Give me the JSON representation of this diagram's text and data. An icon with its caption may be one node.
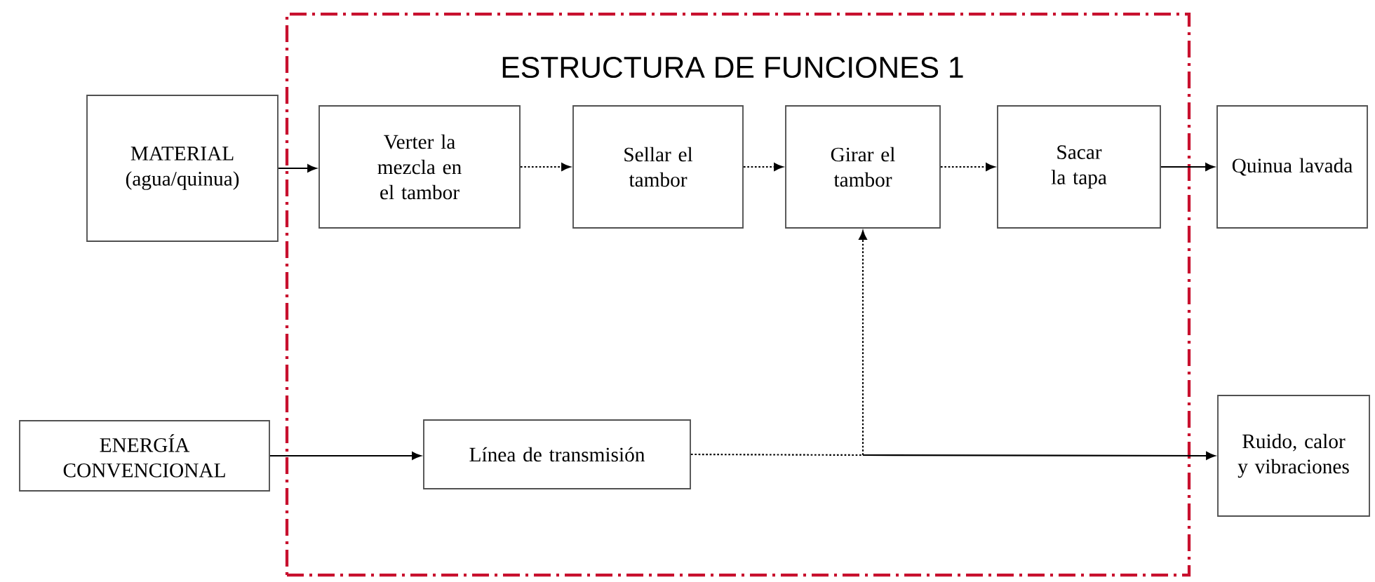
{
  "diagram": {
    "nodes": [
      {
        "text": [
          "ESTRUCTURA DE FUNCIONES 1"
        ]
      },
      {
        "text": [
          "MATERIAL (agua/quinua)"
        ]
      },
      {
        "text": [
          "Verter la mezcla en el tambor"
        ],
        "in": 0
      },
      {
        "text": [
          "Sellar el tambor"
        ],
        "in": 0
      },
      {
        "text": [
          "Girar el tambor"
        ],
        "in": 0
      },
      {
        "text": [
          "Sacar la tapa"
        ],
        "in": 0
      },
      {
        "text": [
          "Quinua lavada"
        ]
      },
      {
        "text": [
          "ENERGÍA CONVENCIONAL"
        ]
      },
      {
        "text": [
          "Línea de transmisión"
        ],
        "in": 0
      },
      {
        "text": [
          "Ruido, calor y vibraciones"
        ]
      }
    ],
    "edges": [
      {
        "from": 1,
        "to": 2,
        "arrow": "to"
      },
      {
        "from": 2,
        "to": 3,
        "arrow": "to",
        "style": "dashed"
      },
      {
        "from": 3,
        "to": 4,
        "arrow": "to",
        "style": "dashed"
      },
      {
        "from": 4,
        "to": 5,
        "arrow": "to",
        "style": "dashed"
      },
      {
        "from": 5,
        "to": 6,
        "arrow": "to"
      },
      {
        "from": 7,
        "to": 8,
        "arrow": "to"
      },
      {
        "from": 8,
        "to": 4,
        "arrow": "to",
        "style": "dashed"
      },
      {
        "from": 8,
        "to": 9,
        "arrow": "to"
      }
    ]
  }
}
